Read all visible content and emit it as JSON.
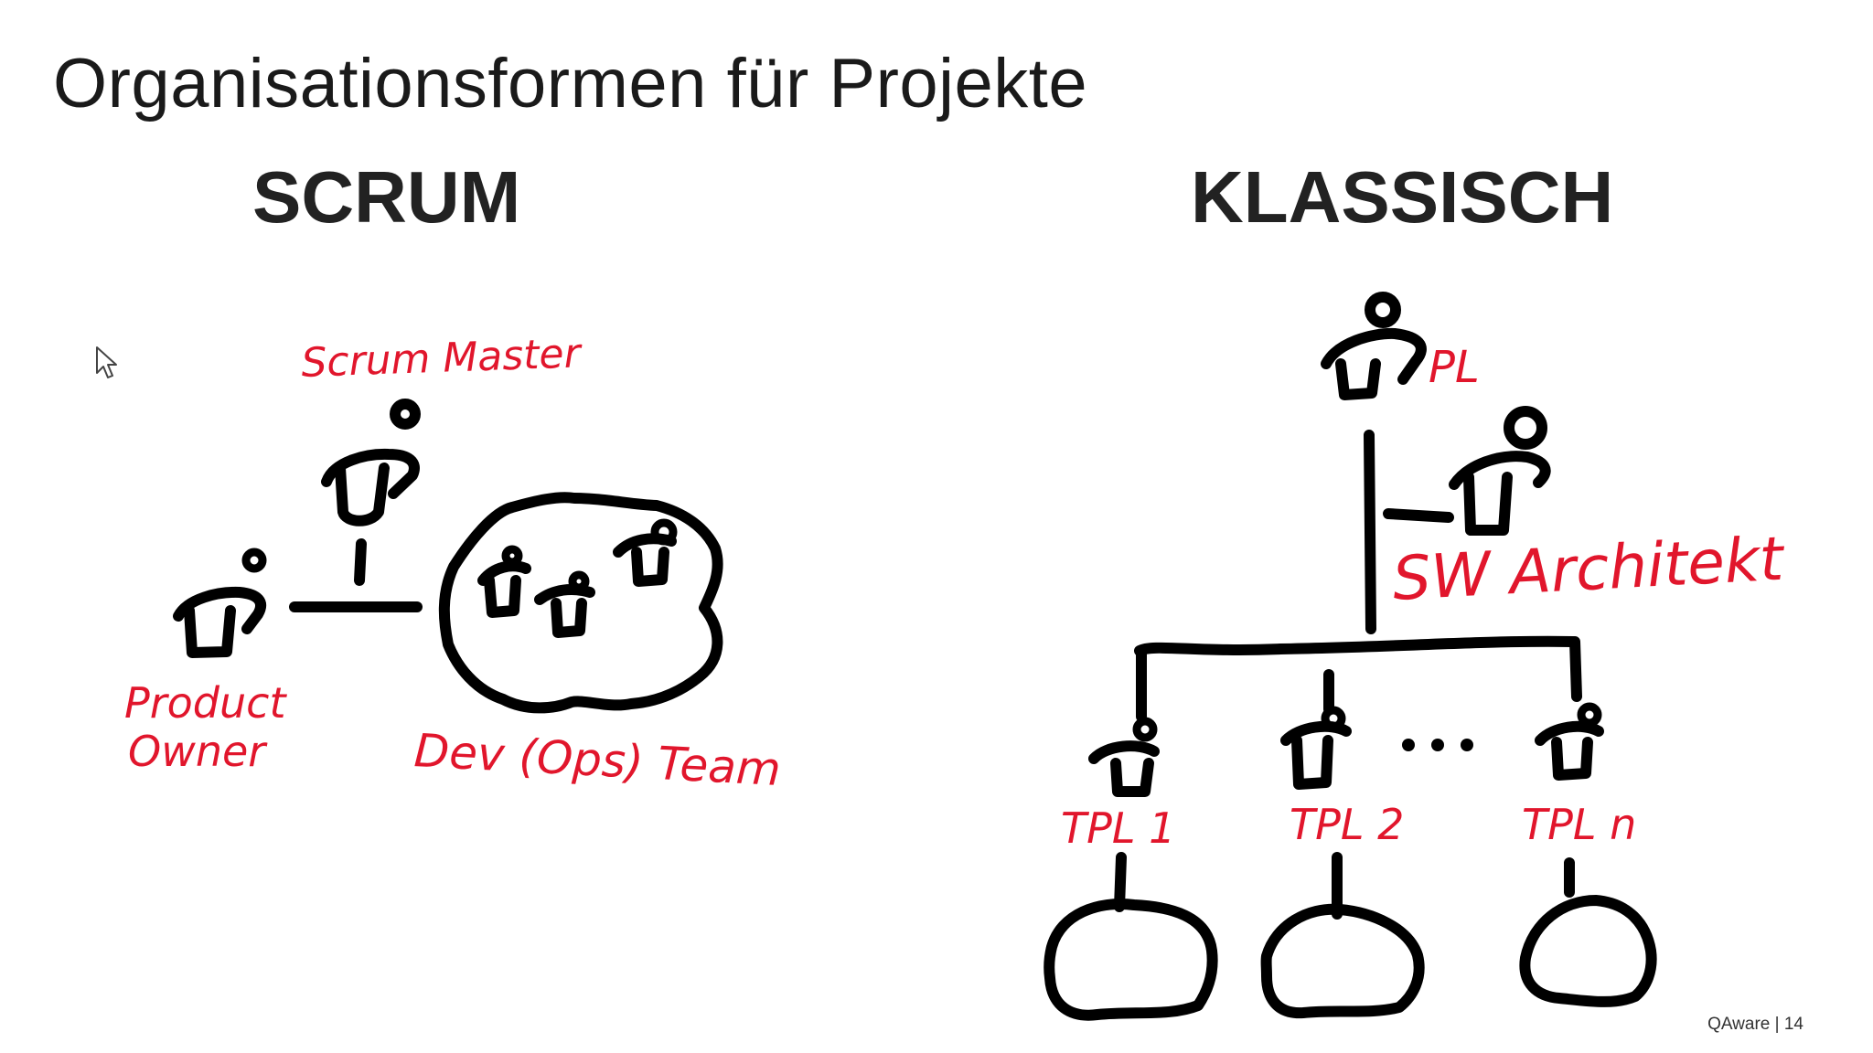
{
  "slide": {
    "title": "Organisationsformen für Projekte",
    "left_heading": "SCRUM",
    "right_heading": "KLASSISCH",
    "scrum_labels": {
      "scrum_master": "Scrum Master",
      "product_owner_line1": "Product",
      "product_owner_line2": "Owner",
      "team": "Dev (Ops) Team"
    },
    "classic_labels": {
      "pl": "PL",
      "architect": "SW Architekt",
      "ellipsis": "···",
      "tpl1": "TPL 1",
      "tpl2": "TPL 2",
      "tpln": "TPL n"
    },
    "footer": {
      "brand": "QAware",
      "page": "14"
    }
  },
  "colors": {
    "ink": "#000000",
    "annotation": "#e1162c",
    "title_text": "#1a1a1a"
  }
}
